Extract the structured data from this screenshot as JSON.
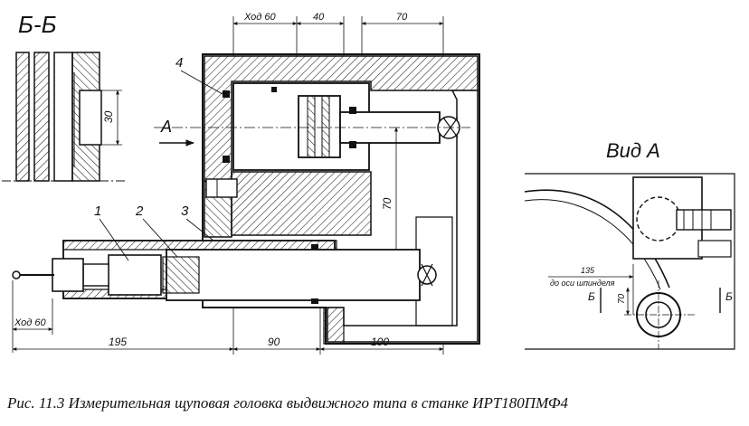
{
  "figure": {
    "section_label": "Б-Б",
    "view_label": "Вид А",
    "arrow_label": "А",
    "part_labels": [
      "4",
      "1",
      "2",
      "3"
    ],
    "dimensions": {
      "stroke_top": "Ход 60",
      "top_40": "40",
      "top_70": "70",
      "vertical_70": "70",
      "section_30": "30",
      "stroke_left": "Ход 60",
      "overall_195": "195",
      "bottom_90": "90",
      "bottom_100": "100",
      "view_135": "135",
      "view_axis_note": "до оси шпинделя",
      "view_70": "70",
      "view_section_left": "Б",
      "view_section_right": "Б"
    }
  },
  "caption": "Рис. 11.3 Измерительная щуповая головка выдвижного типа в станке ИРТ180ПМФ4"
}
